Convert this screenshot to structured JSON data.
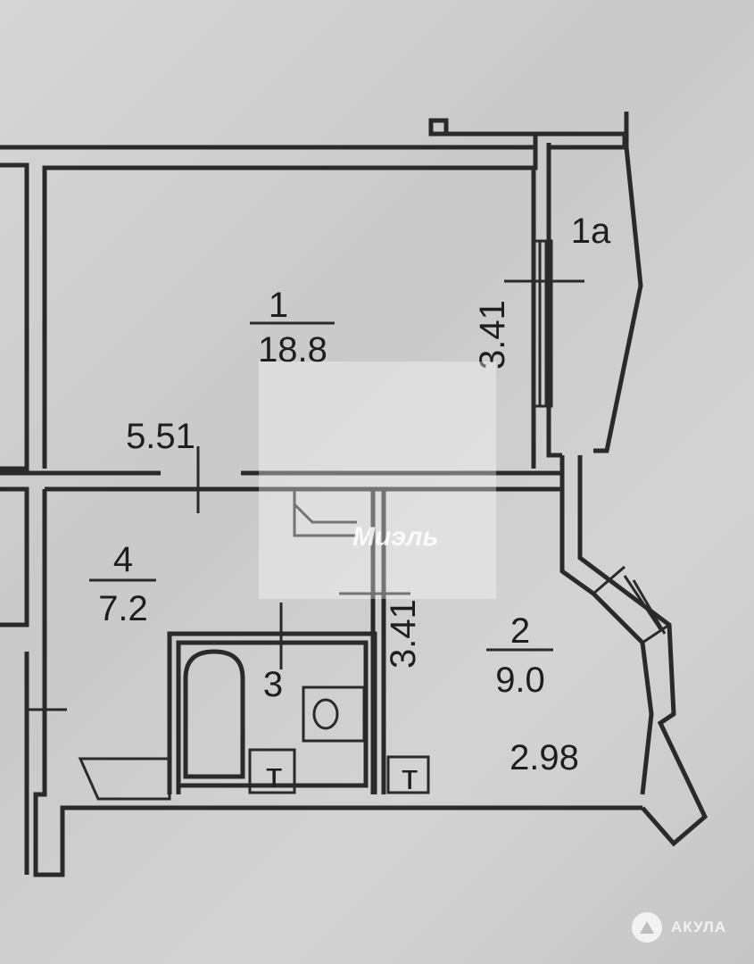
{
  "rooms": [
    {
      "number": "1",
      "area": "18.8"
    },
    {
      "number": "1а"
    },
    {
      "number": "4",
      "area": "7.2"
    },
    {
      "number": "3"
    },
    {
      "number": "2",
      "area": "9.0"
    }
  ],
  "dimensions": {
    "room1_height": "3.41",
    "room1_width": "5.51",
    "hall_height": "3.41",
    "hall_width": "2.98"
  },
  "fixtures": {
    "riser_label": "т"
  },
  "watermark": {
    "text": "Миэль"
  },
  "logo": {
    "text": "АКУЛА"
  }
}
